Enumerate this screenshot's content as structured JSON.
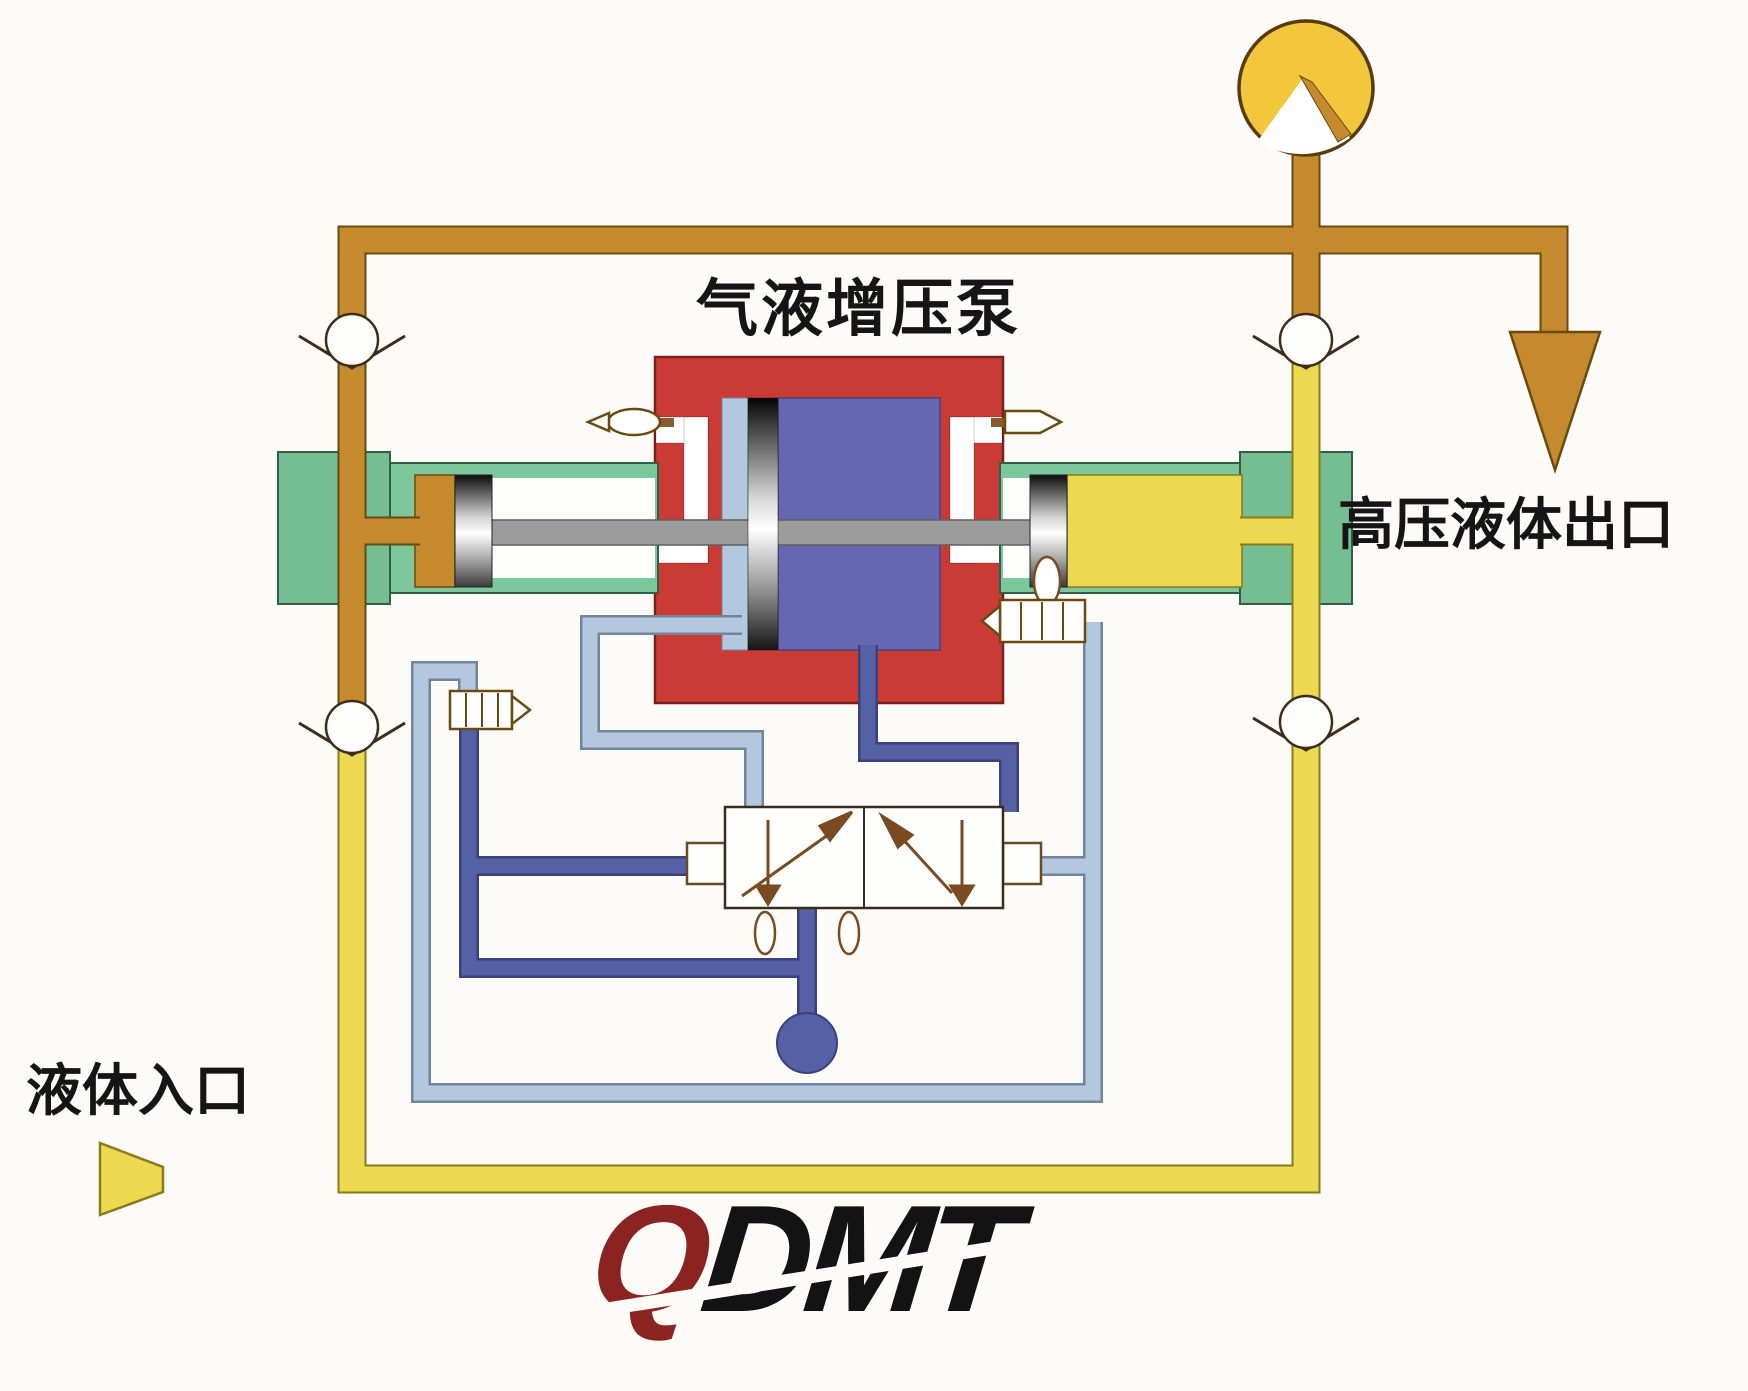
{
  "diagram": {
    "title": "气液增压泵",
    "labels": {
      "outlet": "高压液体出口",
      "inlet": "液体入口"
    },
    "logo": {
      "first": "Q",
      "rest": "DMT"
    },
    "colors": {
      "background": "#FCFBF7",
      "pump_body_red": "#C93B34",
      "air_chamber_blue": "#6568B0",
      "cylinder_green": "#7CC79C",
      "drive_gold": "#C68A2E",
      "inlet_yellow": "#EDD94F",
      "pilot_light_blue": "#B3C7DE",
      "pilot_dark_blue": "#5560A5",
      "gauge_yellow": "#F2C73B",
      "shaft_gray": "#9C9C9C",
      "logo_red": "#8B2420",
      "logo_black": "#131313"
    },
    "icons": {
      "pressure_gauge": "gauge-dial",
      "check_valve": "circle-on-v-seat",
      "directional_valve": "4-2-way-valve-symbol",
      "muffler": "segmented-silencer",
      "pilot_roller": "oval-roller",
      "pilot_ball": "filled-circle",
      "outlet_arrow": "down-triangle",
      "inlet_arrow": "right-funnel"
    }
  }
}
